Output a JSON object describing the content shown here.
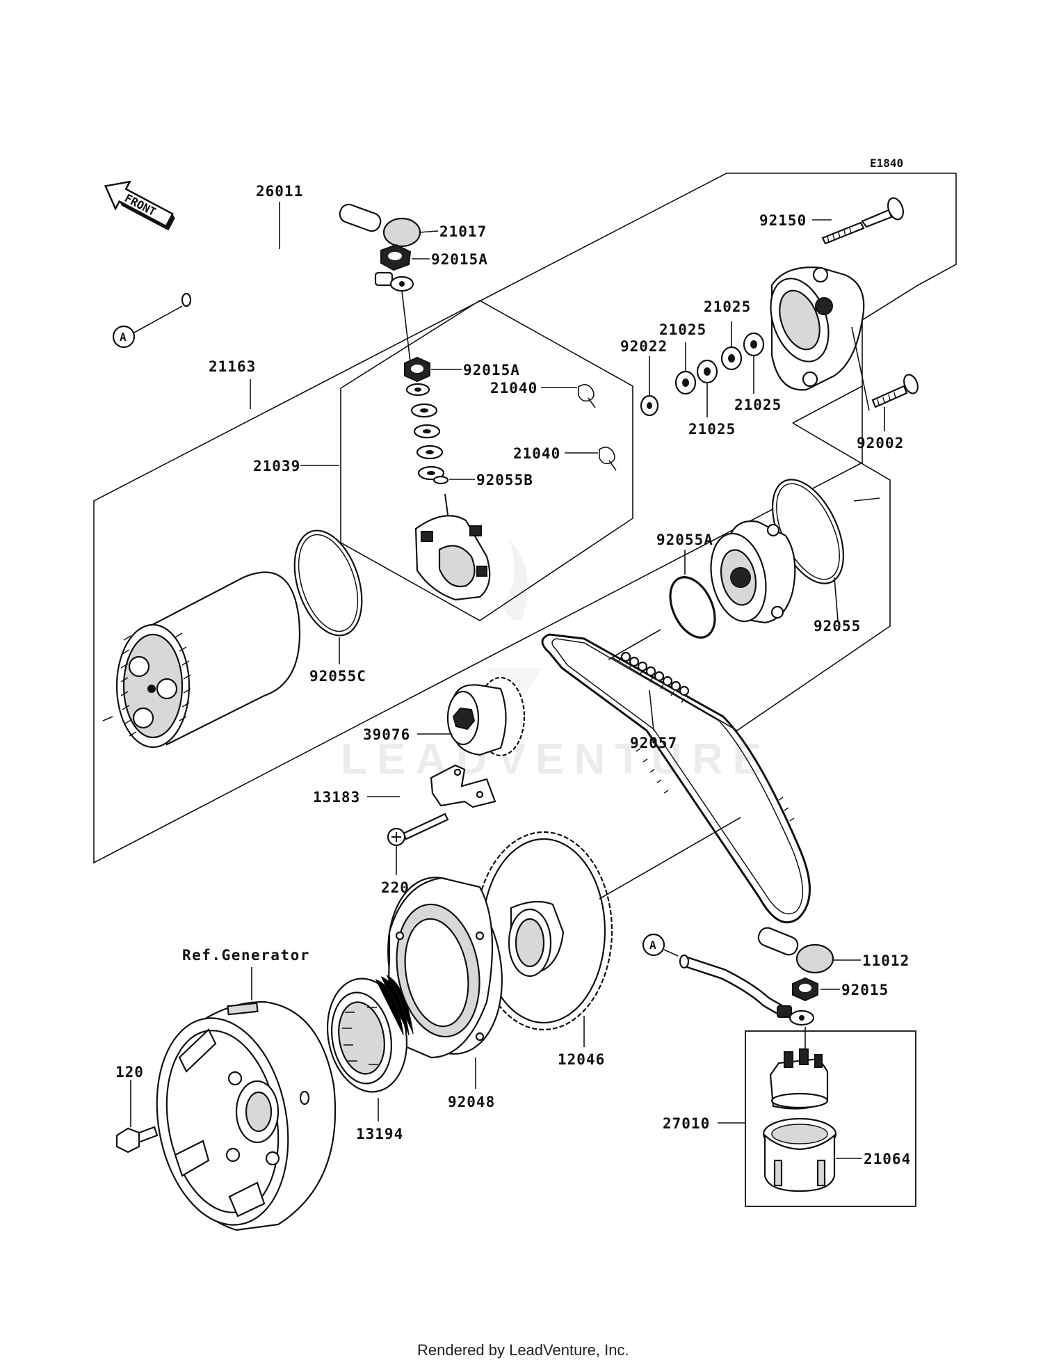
{
  "diagram": {
    "code": "E1840",
    "front_label": "FRONT",
    "ref_label": "Ref.Generator",
    "watermark": "LEADVENTURE",
    "connector_label": "A",
    "footer": "Rendered by LeadVenture, Inc.",
    "parts": {
      "p26011": "26011",
      "p21017": "21017",
      "p92015A_top": "92015A",
      "p92015A_mid": "92015A",
      "p21163": "21163",
      "p21040_a": "21040",
      "p21040_b": "21040",
      "p21039": "21039",
      "p92055B": "92055B",
      "p92055C": "92055C",
      "p92150": "92150",
      "p21025_a": "21025",
      "p21025_b": "21025",
      "p21025_c": "21025",
      "p21025_d": "21025",
      "p92022": "92022",
      "p92002": "92002",
      "p92055A": "92055A",
      "p92055": "92055",
      "p39076": "39076",
      "p92057": "92057",
      "p13183": "13183",
      "p220": "220",
      "p12046": "12046",
      "p11012": "11012",
      "p92015": "92015",
      "p27010": "27010",
      "p21064": "21064",
      "p120": "120",
      "p13194": "13194",
      "p92048": "92048"
    }
  }
}
